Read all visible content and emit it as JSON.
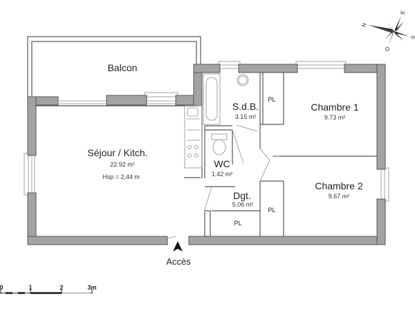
{
  "plan": {
    "rooms": [
      {
        "id": "balcon",
        "name": "Balcon",
        "area": ""
      },
      {
        "id": "sejour",
        "name": "Séjour / Kitch.",
        "area": "22.92 m²",
        "extra": "Hsp =  2,44 m"
      },
      {
        "id": "sdb",
        "name": "S.d.B.",
        "area": "3.15 m²"
      },
      {
        "id": "wc",
        "name": "WC",
        "area": "1.42 m²"
      },
      {
        "id": "dgt",
        "name": "Dgt.",
        "area": "5.06 m²"
      },
      {
        "id": "chambre1",
        "name": "Chambre 1",
        "area": "9.73 m²"
      },
      {
        "id": "chambre2",
        "name": "Chambre 2",
        "area": "9.67 m²"
      }
    ],
    "closets": [
      "PL",
      "PL",
      "PL"
    ],
    "entrance_label": "Accès"
  },
  "scale_bar": {
    "ticks": [
      "0",
      "1",
      "2",
      "3m"
    ]
  },
  "compass": {
    "letters": {
      "north": "N",
      "east": "E",
      "south": "S",
      "west": "O"
    }
  },
  "colors": {
    "wall_fill": "#a3a3a3",
    "wall_stroke": "#555555",
    "text": "#222222"
  }
}
